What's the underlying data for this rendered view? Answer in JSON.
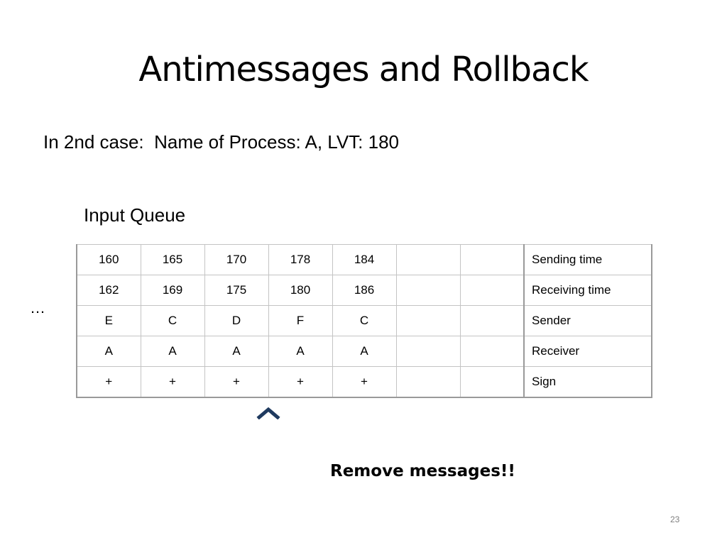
{
  "slide": {
    "title": "Antimessages and Rollback",
    "subtitle": "In 2nd case:  Name of Process: A, LVT: 180",
    "queue_label": "Input Queue",
    "ellipsis": "…",
    "note": "Remove messages!!",
    "page_number": "23"
  },
  "marker": {
    "icon": "chevron-up-icon",
    "color": "#1f3a5f"
  },
  "queue": {
    "rows": [
      {
        "label": "Sending time",
        "cells": [
          "160",
          "165",
          "170",
          "178",
          "184",
          "",
          ""
        ]
      },
      {
        "label": "Receiving time",
        "cells": [
          "162",
          "169",
          "175",
          "180",
          "186",
          "",
          ""
        ]
      },
      {
        "label": "Sender",
        "cells": [
          "E",
          "C",
          "D",
          "F",
          "C",
          "",
          ""
        ]
      },
      {
        "label": "Receiver",
        "cells": [
          "A",
          "A",
          "A",
          "A",
          "A",
          "",
          ""
        ]
      },
      {
        "label": "Sign",
        "cells": [
          "+",
          "+",
          "+",
          "+",
          "+",
          "",
          ""
        ]
      }
    ]
  }
}
